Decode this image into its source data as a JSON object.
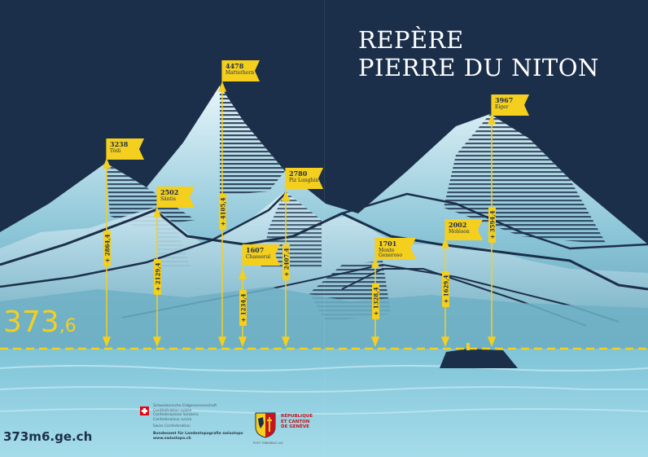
{
  "title": {
    "line1": "REPÈRE",
    "line2": "PIERRE DU NITON"
  },
  "base_level": {
    "integer": "373",
    "decimal": ",6"
  },
  "peaks": [
    {
      "altitude": "3238",
      "name": "Tödi",
      "difference": "+ 2864,4"
    },
    {
      "altitude": "2502",
      "name": "Säntis",
      "difference": "+ 2129,4"
    },
    {
      "altitude": "4478",
      "name": "Matterhorn",
      "difference": "+ 4105,4"
    },
    {
      "altitude": "1607",
      "name": "Chasseral",
      "difference": "+ 1234,4"
    },
    {
      "altitude": "2780",
      "name": "Piz Lunghin",
      "difference": "+ 2407,4"
    },
    {
      "altitude": "1701",
      "name": "Monte Generoso",
      "difference": "+ 1328,4"
    },
    {
      "altitude": "2002",
      "name": "Moléson",
      "difference": "+ 1629,4"
    },
    {
      "altitude": "3967",
      "name": "Eiger",
      "difference": "+ 3594,4"
    }
  ],
  "website": "373m6.ge.ch",
  "swisstopo": {
    "lines": [
      "Schweizerische Eidgenossenschaft",
      "Confédération suisse",
      "Confederazione Svizzera",
      "Confederaziun svizra"
    ],
    "line2": "Swiss Confederation",
    "office": "Bundesamt für Landestopografie swisstopo",
    "url": "www.swisstopo.ch"
  },
  "geneve": {
    "lines": [
      "RÉPUBLIQUE",
      "ET CANTON",
      "DE GENÈVE"
    ],
    "motto": "POST TENEBRAS LUX"
  },
  "colors": {
    "night": "#1c2f4a",
    "yellow": "#f4cf1e",
    "lake": "#8fcfe0",
    "red": "#c4161c"
  }
}
